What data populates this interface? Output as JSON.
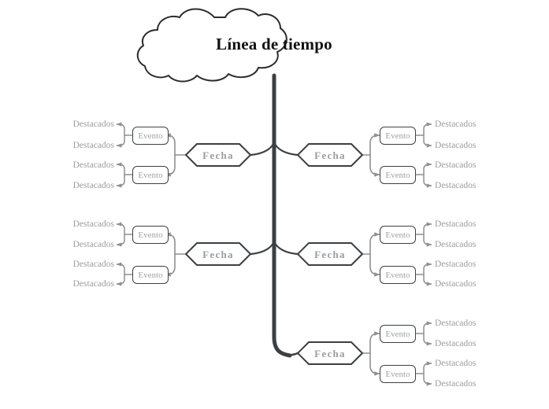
{
  "diagram": {
    "type": "mind-map",
    "title": "Línea de tiempo",
    "root": {
      "label": "Línea de tiempo",
      "shape": "cloud",
      "text_color": "#111111",
      "border_color": "#2b2b2b"
    },
    "style": {
      "background": "#ffffff",
      "trunk_color": "#3c4043",
      "branch_color": "#3c4043",
      "connector_color": "#9a9a9a",
      "date_node_border": "#3c4043",
      "date_node_text": "#9c9c9c",
      "event_node_border": "#3c4043",
      "event_node_text": "#a2a2a2",
      "highlight_text": "#9d9d9d"
    },
    "labels": {
      "date": "Fecha",
      "event": "Evento",
      "highlight": "Destacados"
    },
    "branches": [
      {
        "id": "branch-left-1",
        "side": "left",
        "date": "Fecha",
        "events": [
          {
            "label": "Evento",
            "highlights": [
              "Destacados",
              "Destacados"
            ]
          },
          {
            "label": "Evento",
            "highlights": [
              "Destacados",
              "Destacados"
            ]
          }
        ]
      },
      {
        "id": "branch-right-1",
        "side": "right",
        "date": "Fecha",
        "events": [
          {
            "label": "Evento",
            "highlights": [
              "Destacados",
              "Destacados"
            ]
          },
          {
            "label": "Evento",
            "highlights": [
              "Destacados",
              "Destacados"
            ]
          }
        ]
      },
      {
        "id": "branch-left-2",
        "side": "left",
        "date": "Fecha",
        "events": [
          {
            "label": "Evento",
            "highlights": [
              "Destacados",
              "Destacados"
            ]
          },
          {
            "label": "Evento",
            "highlights": [
              "Destacados",
              "Destacados"
            ]
          }
        ]
      },
      {
        "id": "branch-right-2",
        "side": "right",
        "date": "Fecha",
        "events": [
          {
            "label": "Evento",
            "highlights": [
              "Destacados",
              "Destacados"
            ]
          },
          {
            "label": "Evento",
            "highlights": [
              "Destacados",
              "Destacados"
            ]
          }
        ]
      },
      {
        "id": "branch-right-3",
        "side": "right",
        "date": "Fecha",
        "events": [
          {
            "label": "Evento",
            "highlights": [
              "Destacados",
              "Destacados"
            ]
          },
          {
            "label": "Evento",
            "highlights": [
              "Destacados",
              "Destacados"
            ]
          }
        ]
      }
    ]
  }
}
